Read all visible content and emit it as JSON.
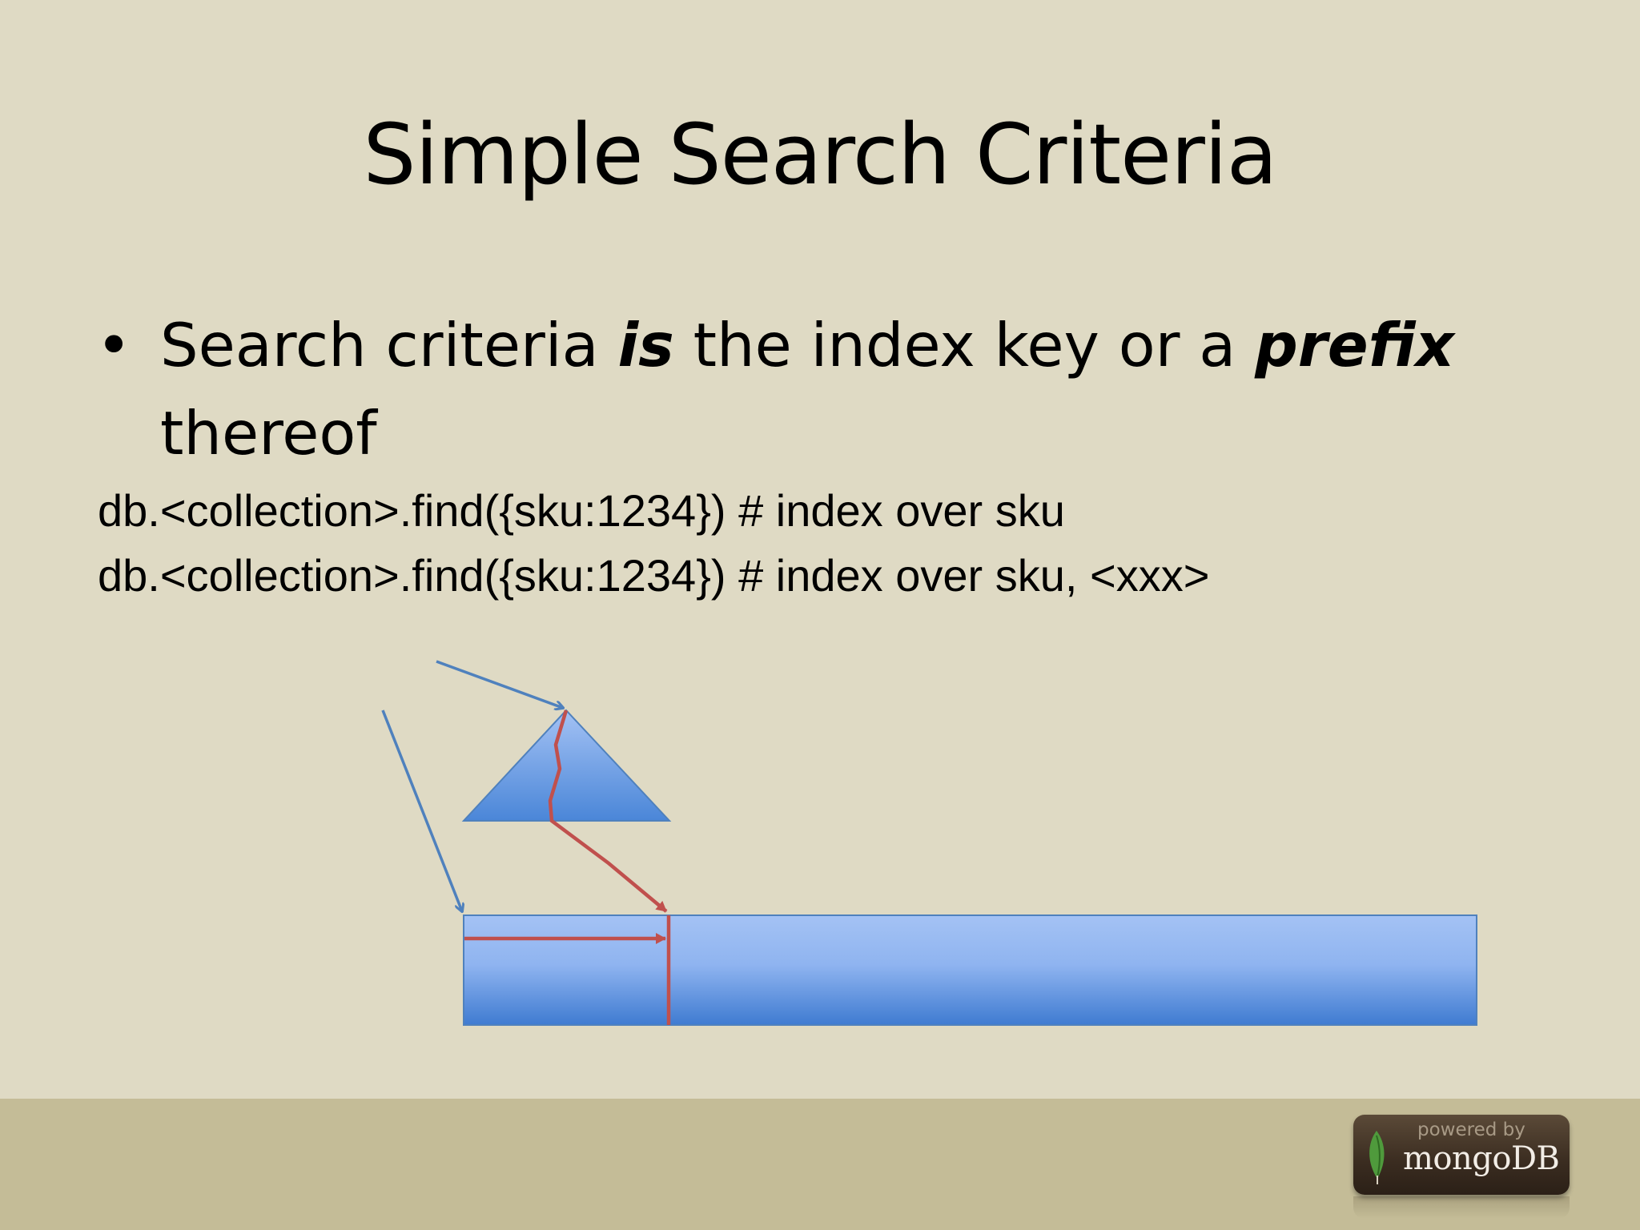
{
  "slide": {
    "title": "Simple Search Criteria",
    "bullet": {
      "marker": "•",
      "part1": "Search criteria ",
      "emph1": "is",
      "part2": " the index key or a ",
      "emph2": "prefix",
      "part3": " thereof"
    },
    "code_lines": [
      "db.<collection>.find({sku:1234}) # index over sku",
      "db.<collection>.find({sku:1234}) # index over sku, <xxx>"
    ]
  },
  "colors": {
    "background": "#dfdac4",
    "footer": "#c4bc97",
    "shape_blue": "#4f81bd",
    "path_red": "#c0504d"
  },
  "badge": {
    "powered": "powered by",
    "brand": "mongoDB",
    "icon": "leaf-icon"
  }
}
